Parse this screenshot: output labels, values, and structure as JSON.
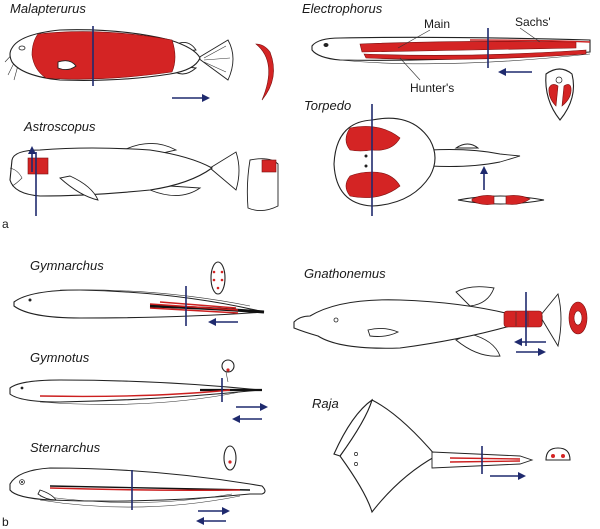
{
  "panel_labels": {
    "a": "a",
    "b": "b"
  },
  "species": {
    "malapterurus": "Malapterurus",
    "astroscopus": "Astroscopus",
    "electrophorus": "Electrophorus",
    "torpedo": "Torpedo",
    "gymnarchus": "Gymnarchus",
    "gymnotus": "Gymnotus",
    "sternarchus": "Sternarchus",
    "gnathonemus": "Gnathonemus",
    "raja": "Raja"
  },
  "electrophorus_organs": {
    "main": "Main",
    "sachs": "Sachs'",
    "hunters": "Hunter's"
  },
  "colors": {
    "organ": "#d42424",
    "cut_line_arrow": "#1f2a6e",
    "outline": "#222222"
  }
}
